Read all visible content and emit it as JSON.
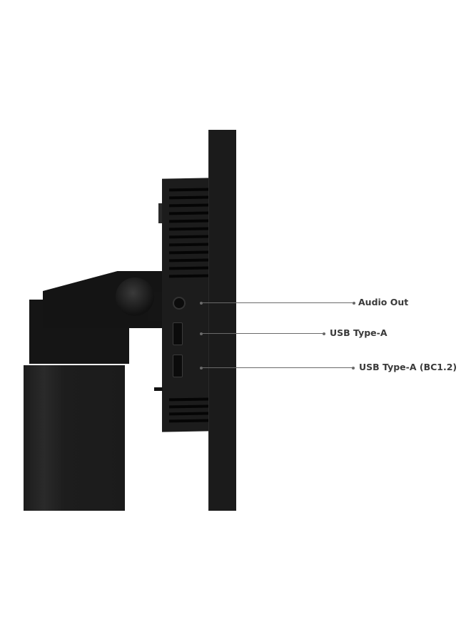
{
  "product": {
    "view": "monitor-side-profile",
    "color": "#1a1a1a",
    "background": "#ffffff"
  },
  "callouts": [
    {
      "label": "Audio Out",
      "icon": "headphone-jack-icon"
    },
    {
      "label": "USB Type-A",
      "icon": "usb-port-icon"
    },
    {
      "label": "USB Type-A (BC1.2)",
      "icon": "usb-charging-port-icon"
    }
  ],
  "leader_color": "#6a6a6a",
  "label_color": "#3a3a3a"
}
